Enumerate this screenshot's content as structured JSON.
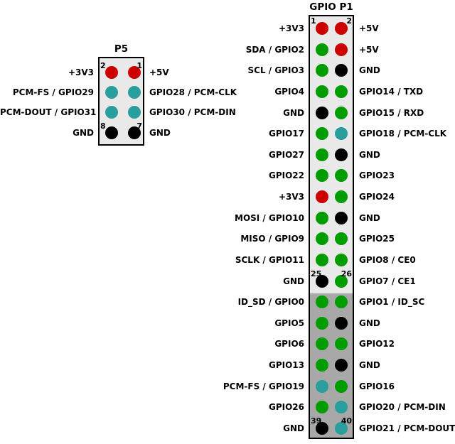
{
  "colors": {
    "power": "#cc0000",
    "gpio": "#009c00",
    "pcm": "#2a9d9d",
    "ground": "#000000",
    "box_light": "#e9e9e9",
    "box_dark": "#a8a8a8"
  },
  "p1": {
    "title": "GPIO P1",
    "rows": [
      {
        "left": {
          "label": "+3V3",
          "color": "power",
          "num": "1"
        },
        "right": {
          "label": "+5V",
          "color": "power",
          "num": "2"
        }
      },
      {
        "left": {
          "label": "SDA / GPIO2",
          "color": "gpio"
        },
        "right": {
          "label": "+5V",
          "color": "power"
        }
      },
      {
        "left": {
          "label": "SCL / GPIO3",
          "color": "gpio"
        },
        "right": {
          "label": "GND",
          "color": "ground"
        }
      },
      {
        "left": {
          "label": "GPIO4",
          "color": "gpio"
        },
        "right": {
          "label": "GPIO14 / TXD",
          "color": "gpio"
        }
      },
      {
        "left": {
          "label": "GND",
          "color": "ground"
        },
        "right": {
          "label": "GPIO15 / RXD",
          "color": "gpio"
        }
      },
      {
        "left": {
          "label": "GPIO17",
          "color": "gpio"
        },
        "right": {
          "label": "GPIO18 / PCM-CLK",
          "color": "pcm"
        }
      },
      {
        "left": {
          "label": "GPIO27",
          "color": "gpio"
        },
        "right": {
          "label": "GND",
          "color": "ground"
        }
      },
      {
        "left": {
          "label": "GPIO22",
          "color": "gpio"
        },
        "right": {
          "label": "GPIO23",
          "color": "gpio"
        }
      },
      {
        "left": {
          "label": "+3V3",
          "color": "power"
        },
        "right": {
          "label": "GPIO24",
          "color": "gpio"
        }
      },
      {
        "left": {
          "label": "MOSI / GPIO10",
          "color": "gpio"
        },
        "right": {
          "label": "GND",
          "color": "ground"
        }
      },
      {
        "left": {
          "label": "MISO / GPIO9",
          "color": "gpio"
        },
        "right": {
          "label": "GPIO25",
          "color": "gpio"
        }
      },
      {
        "left": {
          "label": "SCLK / GPIO11",
          "color": "gpio"
        },
        "right": {
          "label": "GPIO8 / CE0",
          "color": "gpio"
        }
      },
      {
        "left": {
          "label": "GND",
          "color": "ground",
          "num": "25"
        },
        "right": {
          "label": "GPIO7 / CE1",
          "color": "gpio",
          "num": "26"
        }
      },
      {
        "left": {
          "label": "ID_SD / GPIO0",
          "color": "gpio"
        },
        "right": {
          "label": "GPIO1 / ID_SC",
          "color": "gpio"
        }
      },
      {
        "left": {
          "label": "GPIO5",
          "color": "gpio"
        },
        "right": {
          "label": "GND",
          "color": "ground"
        }
      },
      {
        "left": {
          "label": "GPIO6",
          "color": "gpio"
        },
        "right": {
          "label": "GPIO12",
          "color": "gpio"
        }
      },
      {
        "left": {
          "label": "GPIO13",
          "color": "gpio"
        },
        "right": {
          "label": "GND",
          "color": "ground"
        }
      },
      {
        "left": {
          "label": "PCM-FS / GPIO19",
          "color": "pcm"
        },
        "right": {
          "label": "GPIO16",
          "color": "gpio"
        }
      },
      {
        "left": {
          "label": "GPIO26",
          "color": "gpio"
        },
        "right": {
          "label": "GPIO20 / PCM-DIN",
          "color": "pcm"
        }
      },
      {
        "left": {
          "label": "GND",
          "color": "ground",
          "num": "39"
        },
        "right": {
          "label": "GPIO21 / PCM-DOUT",
          "color": "pcm",
          "num": "40"
        }
      }
    ]
  },
  "p5": {
    "title": "P5",
    "rows": [
      {
        "left": {
          "label": "+3V3",
          "color": "power",
          "num": "2"
        },
        "right": {
          "label": "+5V",
          "color": "power",
          "num": "1"
        }
      },
      {
        "left": {
          "label": "PCM-FS / GPIO29",
          "color": "pcm"
        },
        "right": {
          "label": "GPIO28 / PCM-CLK",
          "color": "pcm"
        }
      },
      {
        "left": {
          "label": "PCM-DOUT / GPIO31",
          "color": "pcm"
        },
        "right": {
          "label": "GPIO30 / PCM-DIN",
          "color": "pcm"
        }
      },
      {
        "left": {
          "label": "GND",
          "color": "ground",
          "num": "8"
        },
        "right": {
          "label": "GND",
          "color": "ground",
          "num": "7"
        }
      }
    ]
  }
}
